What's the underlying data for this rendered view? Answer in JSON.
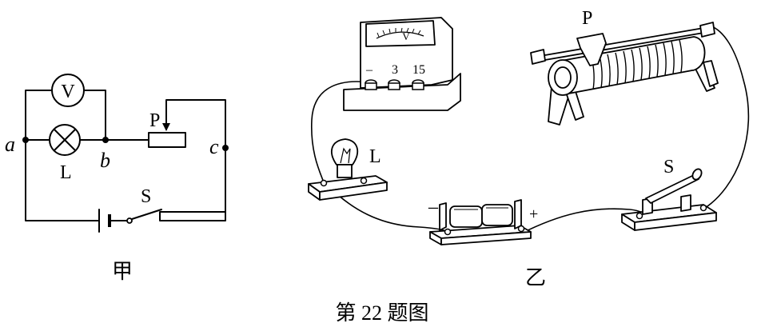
{
  "figure_caption": "第 22 题图",
  "schematic": {
    "caption": "甲",
    "voltmeter_symbol": "V",
    "lamp_label": "L",
    "switch_label": "S",
    "slider_label": "P",
    "node_a": "a",
    "node_b": "b",
    "node_c": "c"
  },
  "apparatus": {
    "caption": "乙",
    "voltmeter_dial_symbol": "V",
    "terminal_labels": [
      "–",
      "3",
      "15"
    ],
    "lamp_label": "L",
    "rheostat_slider_label": "P",
    "switch_label": "S",
    "battery_minus": "–",
    "battery_plus": "+"
  }
}
